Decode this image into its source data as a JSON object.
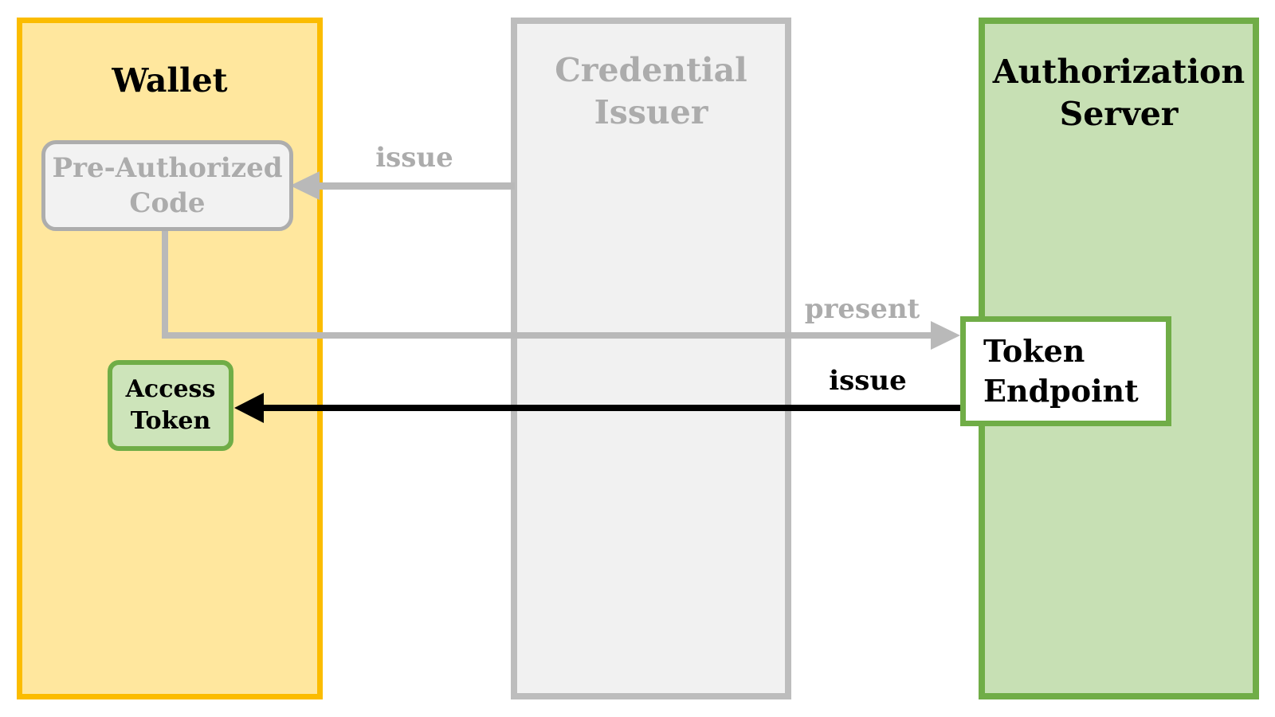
{
  "diagram": {
    "columns": [
      {
        "id": "wallet",
        "title": "Wallet"
      },
      {
        "id": "credential_issuer",
        "title": "Credential Issuer"
      },
      {
        "id": "authorization_server",
        "title": "Authorization Server"
      }
    ],
    "nodes": {
      "pre_authorized_code": {
        "label": "Pre-Authorized Code",
        "state": "inactive"
      },
      "access_token": {
        "label": "Access Token",
        "state": "active"
      },
      "token_endpoint": {
        "label": "Token Endpoint",
        "state": "active"
      }
    },
    "arrows": {
      "issue_pre_authorized_code": {
        "label": "issue",
        "from": "credential_issuer",
        "to": "pre_authorized_code",
        "state": "inactive"
      },
      "present": {
        "label": "present",
        "from": "pre_authorized_code",
        "to": "token_endpoint",
        "state": "inactive"
      },
      "issue_access_token": {
        "label": "issue",
        "from": "token_endpoint",
        "to": "access_token",
        "state": "active"
      }
    },
    "colors": {
      "wallet_fill": "#FFE79E",
      "wallet_border": "#FBBC00",
      "issuer_fill": "#F1F1F1",
      "issuer_border": "#BDBDBD",
      "auth_fill": "#C7E0B4",
      "auth_border": "#70AD47",
      "preauth_fill": "#F2F2F2",
      "preauth_border": "#ADADAD",
      "node_green_fill": "#CDE4BA",
      "node_white_fill": "#FFFFFF",
      "muted_text": "#ACACAC",
      "muted_arrow": "#B9B9B9",
      "active_arrow": "#000000",
      "title_dark": "#000000"
    }
  }
}
